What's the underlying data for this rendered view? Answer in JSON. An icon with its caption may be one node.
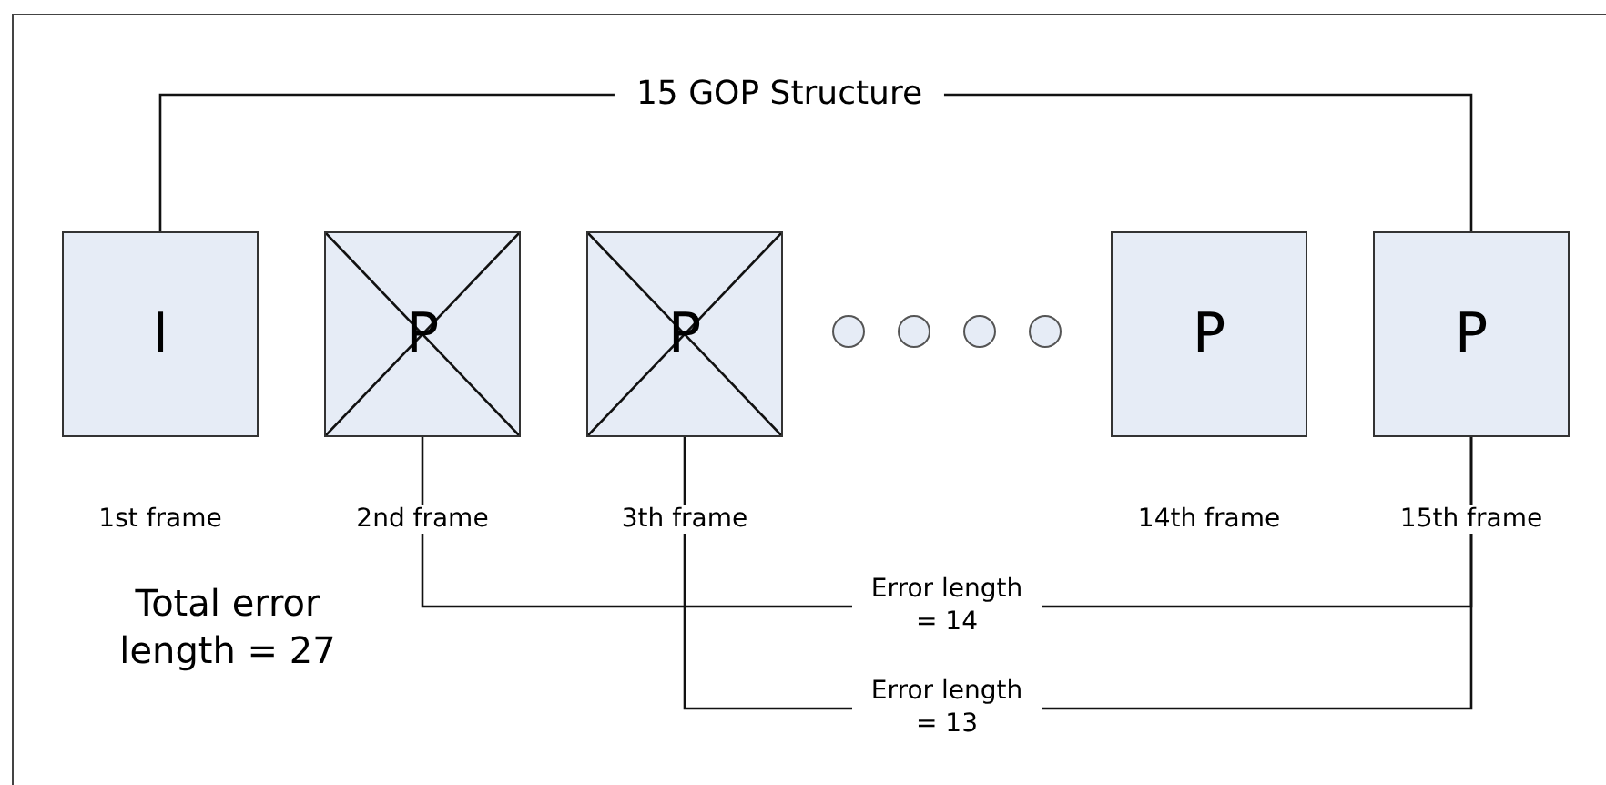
{
  "diagram": {
    "nodes": [
      {
        "text": [
          "I"
        ],
        "beside": [
          "1st frame"
        ]
      },
      {
        "text": [
          "P"
        ],
        "beside": [
          "2nd frame"
        ]
      },
      {
        "text": [
          "P"
        ],
        "beside": [
          "3th frame"
        ]
      },
      {
        "text": [],
        "shape": "circle"
      },
      {
        "text": [],
        "shape": "circle"
      },
      {
        "text": [],
        "shape": "circle"
      },
      {
        "text": [],
        "shape": "circle"
      },
      {
        "text": [
          "P"
        ],
        "beside": [
          "14th frame"
        ]
      },
      {
        "text": [
          "P"
        ],
        "beside": [
          "15th frame"
        ]
      }
    ],
    "edges": [
      {
        "from": 0,
        "to": 8,
        "arrow": "none",
        "label": "15 GOP Structure"
      },
      {
        "from": 1,
        "to": 8,
        "arrow": "none",
        "label": "Error length = 14"
      },
      {
        "from": 2,
        "to": 8,
        "arrow": "none",
        "label": "Error length = 13"
      }
    ],
    "labels": [
      "Total error length = 27"
    ]
  }
}
